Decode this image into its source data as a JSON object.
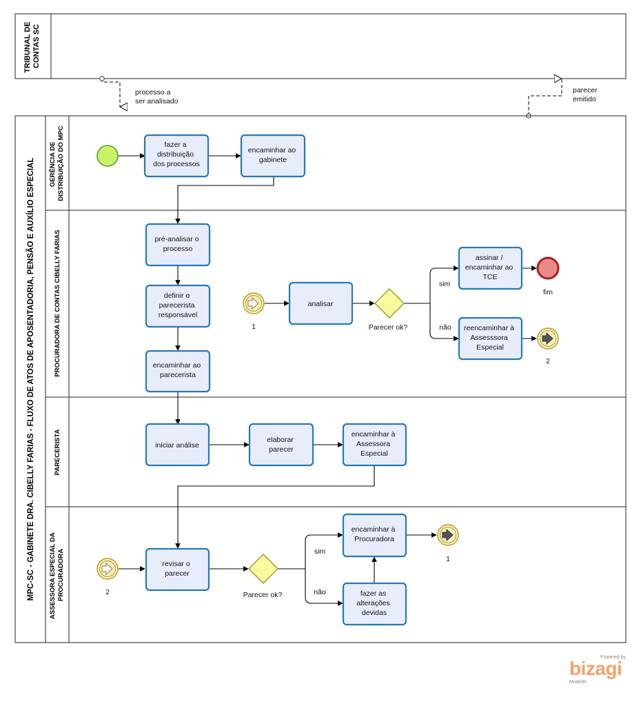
{
  "pools": {
    "tribunal": {
      "title": [
        "TRIBUNAL DE",
        "CONTAS SC"
      ]
    },
    "mpc": {
      "title": "MPC-SC - GABINETE DRA.  CIBELLY FARIAS - FLUXO DE ATOS DE APOSENTADORIA, PENSÃO E AUXÍLIO ESPECIAL"
    }
  },
  "lanes": {
    "gerencia": [
      "GERÊNCIA DE",
      "DISTRIBUIÇÃO DO MPC"
    ],
    "procuradora": [
      "PROCURADORA  DE CONTAS CIBELLY FARIAS"
    ],
    "parecerista": [
      "PARECERISTA"
    ],
    "assessora": [
      "ASSESSORA ESPECIAL DA",
      "PROCURADORA"
    ]
  },
  "message_flows": {
    "processo": [
      "processo a",
      "ser analisado"
    ],
    "parecer": [
      "parecer",
      "emitido"
    ]
  },
  "tasks": {
    "fazer_distribuicao": [
      "fazer a",
      "distribuição",
      "dos processos"
    ],
    "encaminhar_gabinete": [
      "encaminhar ao",
      "gabinete"
    ],
    "pre_analisar": [
      "pré-analisar o",
      "processo"
    ],
    "definir_parecerista": [
      "definir o",
      "parecerista",
      "responsável"
    ],
    "encaminhar_parecerista": [
      "encaminhar ao",
      "parecerista"
    ],
    "analisar": [
      "analisar"
    ],
    "assinar_tce": [
      "assinar /",
      "encaminhar ao",
      "TCE"
    ],
    "reencaminhar_assessora": [
      "reencaminhar à",
      "Assesssora",
      "Especial"
    ],
    "iniciar_analise": [
      "iniciar análise"
    ],
    "elaborar_parecer": [
      "elaborar",
      "parecer"
    ],
    "encaminhar_assessora": [
      "encaminhar à",
      "Assessora",
      "Especial"
    ],
    "revisar_parecer": [
      "revisar o",
      "parecer"
    ],
    "encaminhar_procuradora": [
      "encaminhar à",
      "Procuradora"
    ],
    "fazer_alteracoes": [
      "fazer as",
      "alterações",
      "devidas"
    ]
  },
  "gateways": {
    "gw1": {
      "label": "Parecer ok?",
      "yes": "sim",
      "no": "não"
    },
    "gw2": {
      "label": "Parecer ok?",
      "yes": "sim",
      "no": "não"
    }
  },
  "events": {
    "end_label": "fim",
    "link_catch_1": "1",
    "link_throw_2": "2",
    "link_catch_2": "2",
    "link_throw_1": "1"
  },
  "logo": {
    "powered_by": "Powered by",
    "brand": "bizagi",
    "product": "Modeler"
  },
  "colors": {
    "task_fill": "#e8edfb",
    "task_stroke": "#2878b4",
    "start_fill": "#c9f26a",
    "end_fill": "#e88a8a",
    "gateway_fill": "#fafaa0",
    "link_fill": "#f7efc2",
    "link_stroke": "#b69a1e",
    "brand": "#f5a26b"
  }
}
